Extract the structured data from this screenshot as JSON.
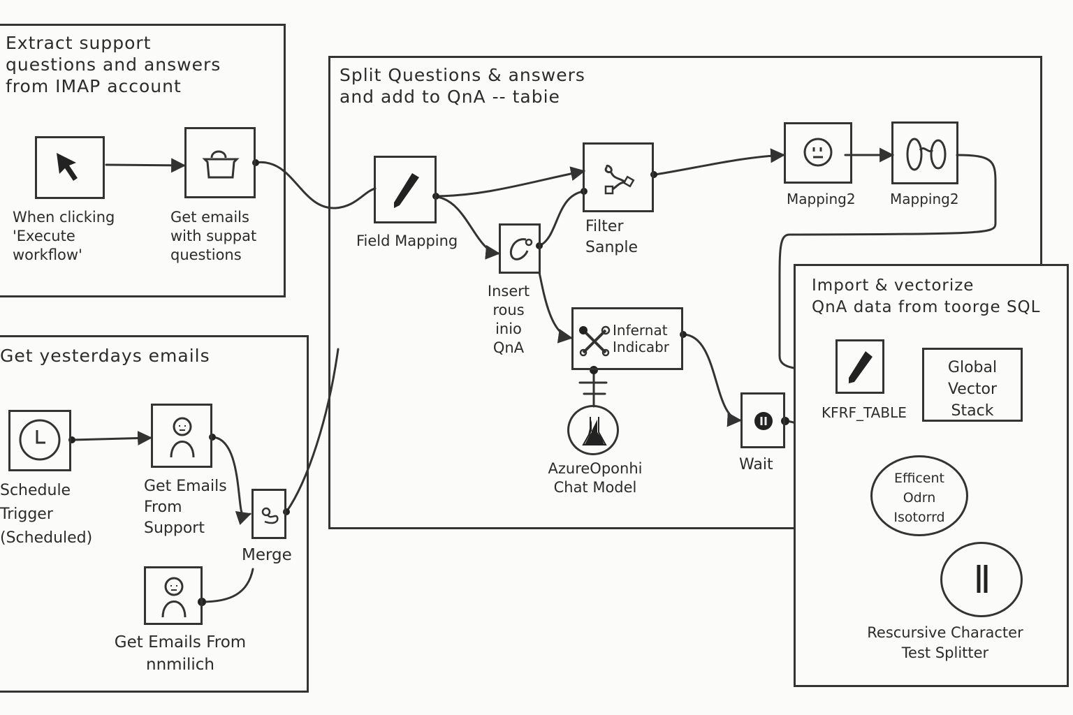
{
  "groups": {
    "extract": {
      "title": "Extract support\nquestions and answers\nfrom IMAP account"
    },
    "split": {
      "title": "Split Questions & answers\nand add to QnA -- tabie"
    },
    "yesterday": {
      "title": "Get yesterdays emails"
    },
    "import": {
      "title": "Import & vectorize\nQnA data from toorge SQL"
    }
  },
  "nodes": {
    "manual_trigger": {
      "label": "When clicking\n'Execute\nworkflow'",
      "icon": "cursor-icon"
    },
    "get_emails_support_q": {
      "label": "Get emails\nwith suppat\nquestions",
      "icon": "basket-icon"
    },
    "field_mapping": {
      "label": "Field Mapping",
      "icon": "pencil-icon"
    },
    "insert_rows": {
      "label": "Insert\nrous\ninio\nQnA",
      "icon": "hook-icon"
    },
    "filter_sample": {
      "label": "Filter\nSanple",
      "icon": "branch-icon"
    },
    "mapping2_a": {
      "label": "Mapping2",
      "icon": "face-icon"
    },
    "mapping2_b": {
      "label": "Mapping2",
      "icon": "loops-icon"
    },
    "information_extractor": {
      "label": "Infernat\nIndicabr",
      "icon": "crossed-tools-icon"
    },
    "azure_openai": {
      "label": "AzureOponhi\nChat Model",
      "icon": "flask-icon"
    },
    "wait": {
      "label": "Wait",
      "icon": "pause-icon"
    },
    "schedule_trigger": {
      "label": "Schedule\nTrigger\n(Scheduled)",
      "icon": "clock-icon"
    },
    "get_emails_from_support": {
      "label": "Get Emails\nFrom\nSupport",
      "icon": "person-icon"
    },
    "merge": {
      "label": "Merge",
      "icon": "merge-icon"
    },
    "get_emails_nnmilich": {
      "label": "Get Emails From\nnnmilich",
      "icon": "person-icon"
    },
    "kfrf_table": {
      "label": "KFRF_TABLE",
      "icon": "pencil-icon"
    },
    "global_vector_stack": {
      "label": "Global\nVector\nStack"
    },
    "efficient_odrn": {
      "label": "Efficent\nOdrn\nIsotorrd"
    },
    "recursive_splitter": {
      "label": "Rescursive Character\nTest Splitter",
      "icon": "double-bar-icon"
    }
  }
}
